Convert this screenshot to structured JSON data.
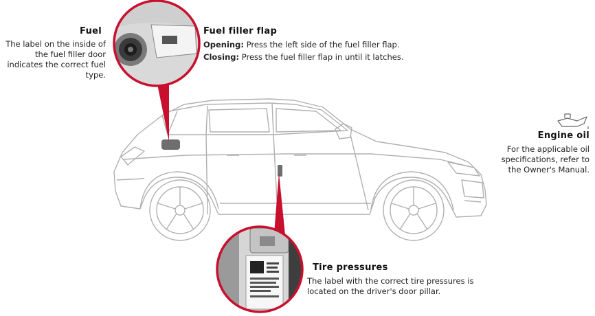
{
  "fuel": {
    "title": "Fuel",
    "description": "The label on the inside of the fuel filler door indicates the correct fuel type."
  },
  "fuel_filler_flap": {
    "title": "Fuel filler flap",
    "opening_label": "Opening:",
    "opening_text": " Press the left side of the fuel filler flap.",
    "closing_label": "Closing:",
    "closing_text": " Press the fuel filler flap in until it latches."
  },
  "engine_oil": {
    "title": "Engine oil",
    "description": "For the applicable oil specifications, refer to the Owner's Manual.",
    "icon": "oil-can-icon"
  },
  "tire_pressures": {
    "title": "Tire pressures",
    "description": "The label with the correct tire pressures is located on the driver's door pillar."
  },
  "colors": {
    "accent": "#c8102e",
    "line": "#b5b5b5",
    "text": "#222222"
  }
}
